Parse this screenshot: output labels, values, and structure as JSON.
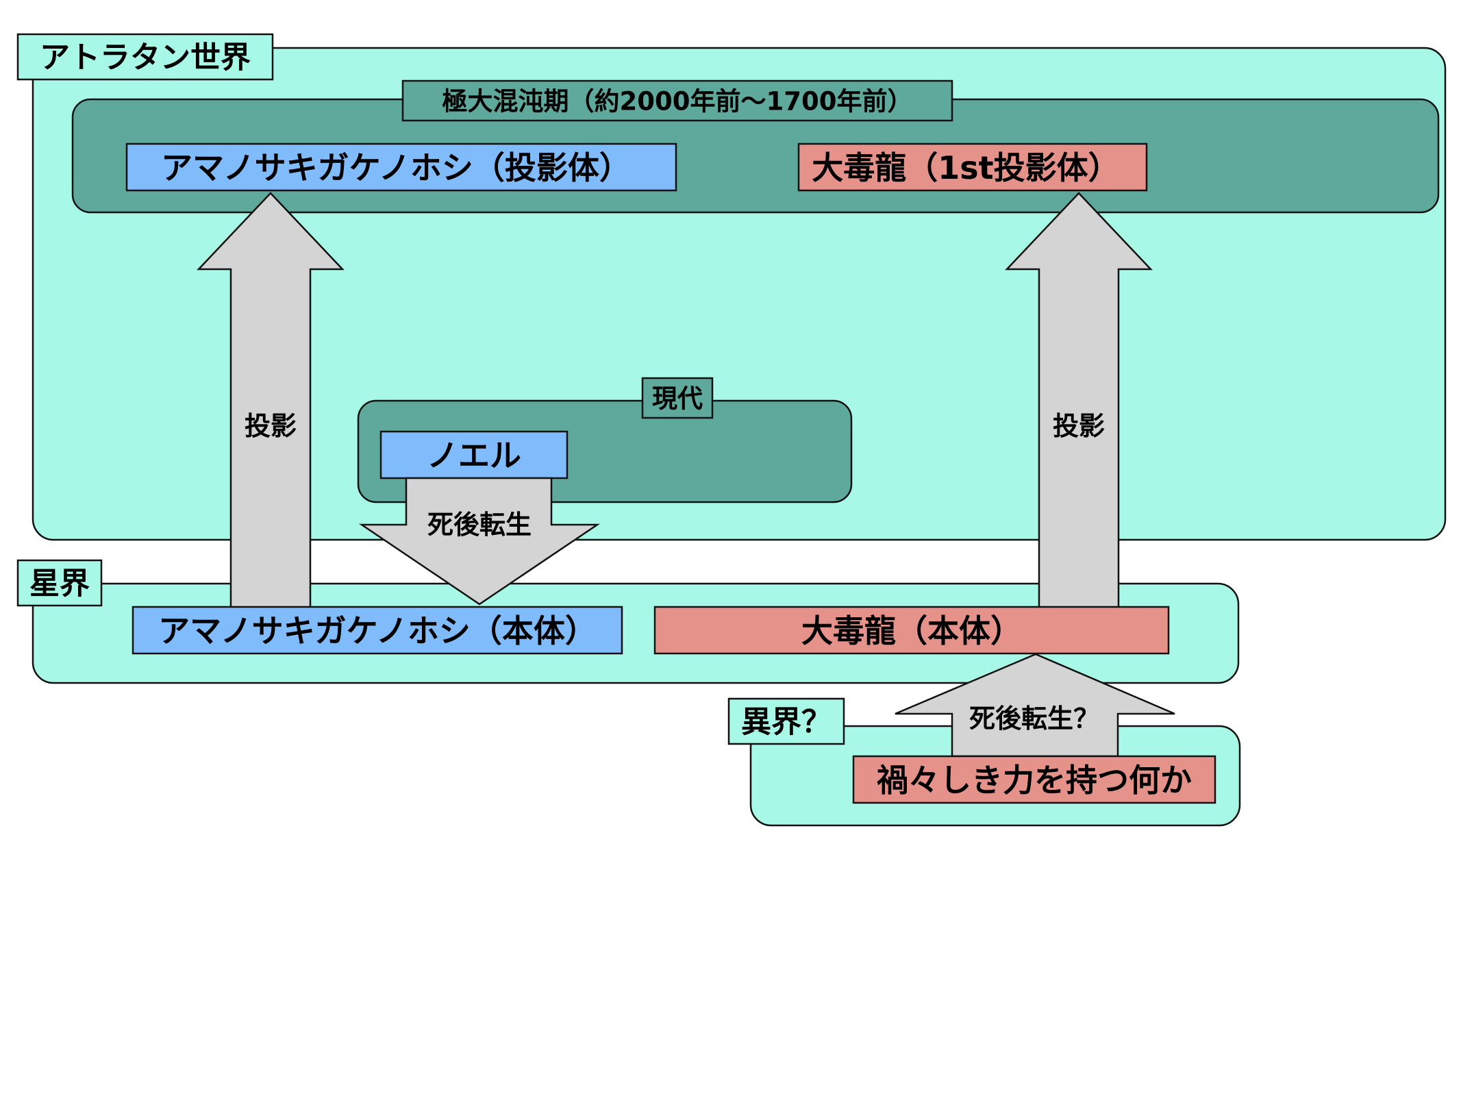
{
  "colors": {
    "region_fill": "#a8f8e8",
    "era_fill": "#5ea89c",
    "blue_fill": "#80bcfc",
    "red_fill": "#e4928a",
    "arrow_fill": "#d4d4d4"
  },
  "regions": {
    "atlatan": "アトラタン世界",
    "chaos_era": "極大混沌期（約2000年前〜1700年前）",
    "present": "現代",
    "astral": "星界",
    "otherworld": "異界？"
  },
  "nodes": {
    "amano_projection": "アマノサキガケノホシ（投影体）",
    "daidokuryu_projection": "大毒龍（1st投影体）",
    "noel": "ノエル",
    "amano_body": "アマノサキガケノホシ（本体）",
    "daidokuryu_body": "大毒龍（本体）",
    "ominous": "禍々しき力を持つ何か"
  },
  "arrows": {
    "projection_left": "投影",
    "projection_right": "投影",
    "reincarnation": "死後転生",
    "reincarnation_q": "死後転生？"
  }
}
